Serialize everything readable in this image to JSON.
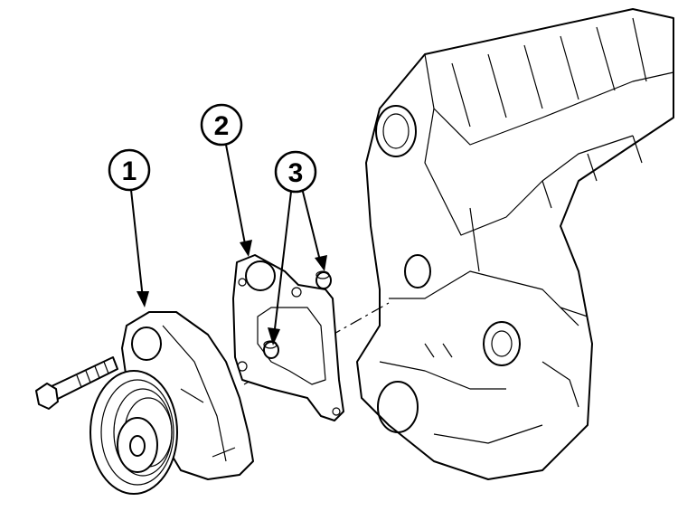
{
  "diagram": {
    "callouts": [
      {
        "label": "1",
        "part": "water-pump"
      },
      {
        "label": "2",
        "part": "gasket"
      },
      {
        "label": "3",
        "part": "dowel-sleeves"
      }
    ]
  }
}
